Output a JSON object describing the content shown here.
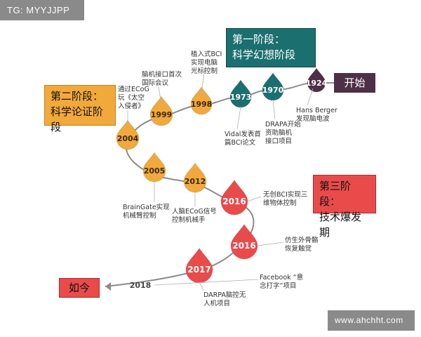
{
  "watermarks": {
    "top_left": "TG: MYYJJPP",
    "bottom_right": "www.ahchht.com"
  },
  "stages": {
    "stage1": {
      "line1": "第一阶段：",
      "line2": "科学幻想阶段",
      "color": "#1c6f6f"
    },
    "stage2": {
      "line1": "第二阶段：",
      "line2": "科学论证阶段",
      "color": "#f2a93b"
    },
    "stage3": {
      "line1": "第三阶段：",
      "line2": "技术爆发期",
      "color": "#e94b4b"
    }
  },
  "endpoints": {
    "start": "开始",
    "now": "如今"
  },
  "colors": {
    "purple": "#4e3046",
    "teal": "#1c6f6f",
    "orange": "#f2a93b",
    "red": "#e94b4b",
    "line": "#8c8c8c"
  },
  "milestones": [
    {
      "year": "1924",
      "color": "purple",
      "lines": [
        "Hans Berger",
        "发现脑电波"
      ]
    },
    {
      "year": "1970",
      "color": "teal",
      "lines": [
        "DRAPA开始",
        "资助脑机",
        "接口项目"
      ]
    },
    {
      "year": "1973",
      "color": "teal",
      "lines": [
        "Vidal发表首",
        "篇BCI论文"
      ]
    },
    {
      "year": "1998",
      "color": "orange",
      "lines": [
        "植入式BCI",
        "实现电脑",
        "光标控制"
      ]
    },
    {
      "year": "1999",
      "color": "orange",
      "lines": [
        "脑机接口首次",
        "国际会议"
      ]
    },
    {
      "year": "2004",
      "color": "orange",
      "lines": [
        "通过ECoG",
        "玩《太空",
        "入侵者》"
      ]
    },
    {
      "year": "2005",
      "color": "orange",
      "lines": [
        "BrainGate实现",
        "机械臂控制"
      ]
    },
    {
      "year": "2012",
      "color": "orange",
      "lines": [
        "人脑ECoG信号",
        "控制机械手"
      ]
    },
    {
      "year": "2016",
      "color": "red",
      "lines": [
        "无创BCI实现三",
        "维物体控制"
      ]
    },
    {
      "year": "2016",
      "color": "red",
      "lines": [
        "仿生外骨骼",
        "恢复触觉"
      ]
    },
    {
      "year": "2017",
      "color": "red",
      "lines": [
        "DARPA脑控无",
        "人机项目"
      ]
    },
    {
      "year": "2018",
      "color": "none",
      "lines": [
        "Facebook “意",
        "念打字”项目"
      ]
    }
  ]
}
